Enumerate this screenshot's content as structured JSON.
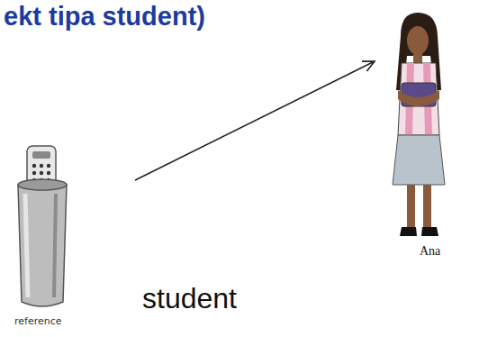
{
  "diagram": {
    "title": "ekt tipa student)",
    "nodes": [
      {
        "text": [
          "reference",
          "student"
        ]
      },
      {
        "text": [
          "Ana"
        ]
      }
    ],
    "edges": [
      {
        "from": 0,
        "to": 1,
        "arrow": "to"
      }
    ]
  }
}
